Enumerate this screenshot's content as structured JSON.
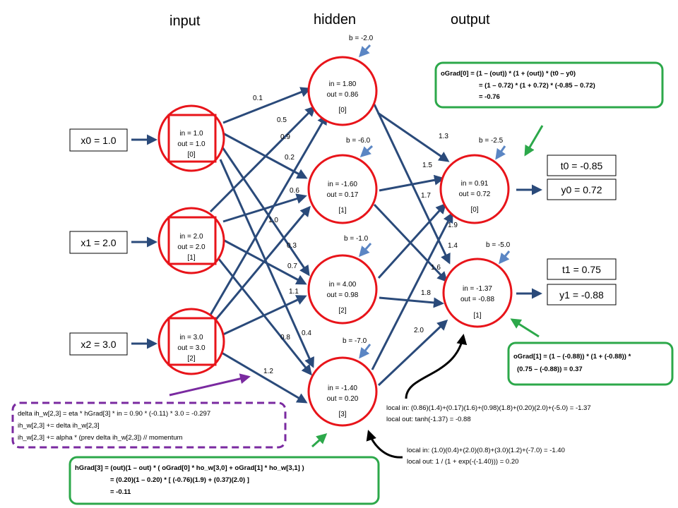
{
  "headers": {
    "input": "input",
    "hidden": "hidden",
    "output": "output"
  },
  "inputs": [
    {
      "box": "x0 = 1.0",
      "in": "in = 1.0",
      "out": "out = 1.0",
      "idx": "[0]"
    },
    {
      "box": "x1 = 2.0",
      "in": "in = 2.0",
      "out": "out = 2.0",
      "idx": "[1]"
    },
    {
      "box": "x2 = 3.0",
      "in": "in = 3.0",
      "out": "out = 3.0",
      "idx": "[2]"
    }
  ],
  "hidden": [
    {
      "in": "in = 1.80",
      "out": "out = 0.86",
      "idx": "[0]",
      "bias": "b = -2.0"
    },
    {
      "in": "in = -1.60",
      "out": "out = 0.17",
      "idx": "[1]",
      "bias": "b = -6.0"
    },
    {
      "in": "in = 4.00",
      "out": "out = 0.98",
      "idx": "[2]",
      "bias": "b = -1.0"
    },
    {
      "in": "in = -1.40",
      "out": "out = 0.20",
      "idx": "[3]",
      "bias": "b = -7.0"
    }
  ],
  "outputs": [
    {
      "in": "in = 0.91",
      "out": "out = 0.72",
      "idx": "[0]",
      "bias": "b = -2.5",
      "target": "t0 = -0.85",
      "y": "y0 = 0.72"
    },
    {
      "in": "in = -1.37",
      "out": "out = -0.88",
      "idx": "[1]",
      "bias": "b = -5.0",
      "target": "t1 = 0.75",
      "y": "y1 = -0.88"
    }
  ],
  "ih_weights": [
    "0.1",
    "0.5",
    "0.9",
    "0.2",
    "0.6",
    "1.0",
    "0.3",
    "0.7",
    "1.1",
    "0.4",
    "0.8",
    "1.2"
  ],
  "ho_weights": [
    "1.3",
    "1.4",
    "1.5",
    "1.6",
    "1.7",
    "1.8",
    "1.9",
    "2.0"
  ],
  "ograd0": {
    "line1": "oGrad[0] = (1 – (out)) * (1 + (out)) * (t0 – y0)",
    "line2": "= (1 – 0.72) * (1 + 0.72) * (-0.85 – 0.72)",
    "line3": "= -0.76"
  },
  "ograd1": {
    "line1": "oGrad[1] = (1 – (-0.88)) * (1 + (-0.88)) *",
    "line2": "(0.75 – (-0.88)) = 0.37"
  },
  "delta": {
    "line1": "delta ih_w[2,3] = eta * hGrad[3] * in = 0.90 * (-0.11) * 3.0 = -0.297",
    "line2": "ih_w[2,3] += delta ih_w[2,3]",
    "line3": "ih_w[2,3] += alpha * (prev delta ih_w[2,3])  // momentum"
  },
  "hgrad": {
    "line1": "hGrad[3] = (out)(1 – out) * ( oGrad[0]  * ho_w[3,0]  + oGrad[1] * ho_w[3,1]  )",
    "line2": "= (0.20)(1 – 0.20) * [ (-0.76)(1.9) + (0.37)(2.0) ]",
    "line3": "= -0.11"
  },
  "local_output": {
    "line1": "local in: (0.86)(1.4)+(0.17)(1.6)+(0.98)(1.8)+(0.20)(2.0)+(-5.0) = -1.37",
    "line2": "local out: tanh(-1.37) = -0.88"
  },
  "local_hidden": {
    "line1": "local in: (1.0)(0.4)+(2.0)(0.8)+(3.0)(1.2)+(-7.0) = -1.40",
    "line2": "local out: 1 / (1 + exp(-(-1.40))) = 0.20"
  },
  "colors": {
    "neuron": "#e8141a",
    "arrow": "#2a4a7a",
    "bias_arrow": "#5b86c4",
    "green": "#2ca84a",
    "purple": "#7a2aa0"
  }
}
